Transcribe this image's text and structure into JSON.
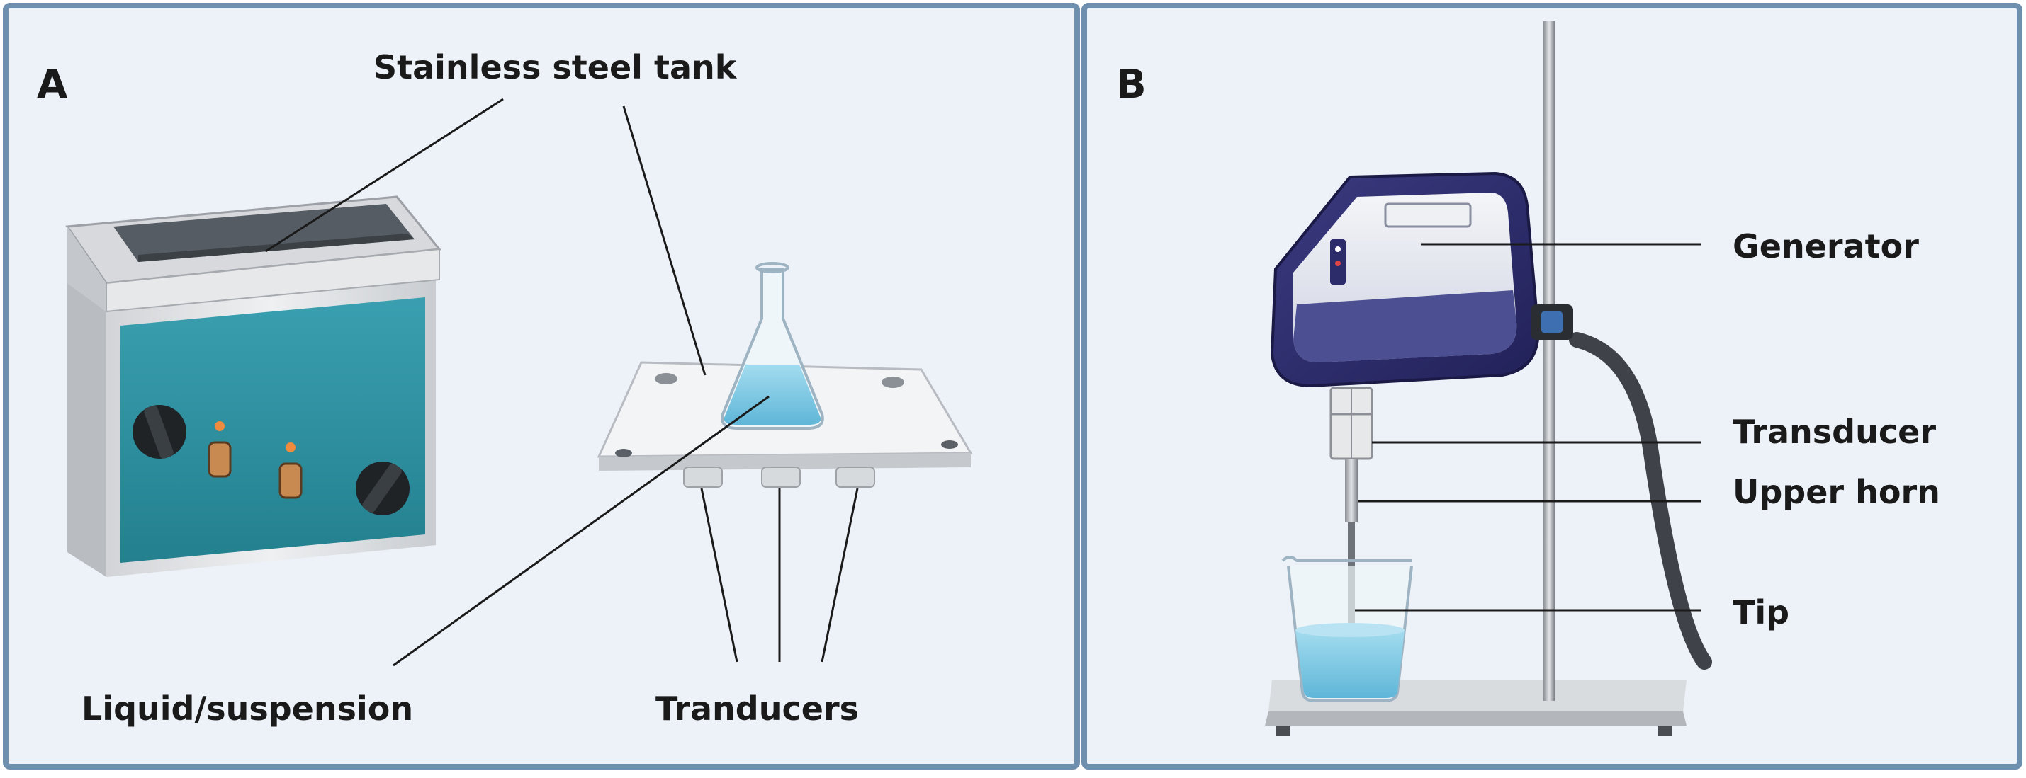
{
  "panels": {
    "a": {
      "letter": "A",
      "labels": {
        "tank": "Stainless steel tank",
        "liquid": "Liquid/suspension",
        "transducers": "Tranducers"
      }
    },
    "b": {
      "letter": "B",
      "labels": {
        "generator": "Generator",
        "transducer": "Transducer",
        "upper_horn": "Upper horn",
        "tip": "Tip"
      }
    }
  },
  "colors": {
    "panel_border": "#6f8fae",
    "panel_bg": "#edf2f8",
    "bath_panel": "#2f8f9e",
    "bath_body": "#e4e5e7",
    "generator_body": "#2d2c6b",
    "liquid": "#86cde6",
    "leader_line": "#1a1a1a"
  }
}
